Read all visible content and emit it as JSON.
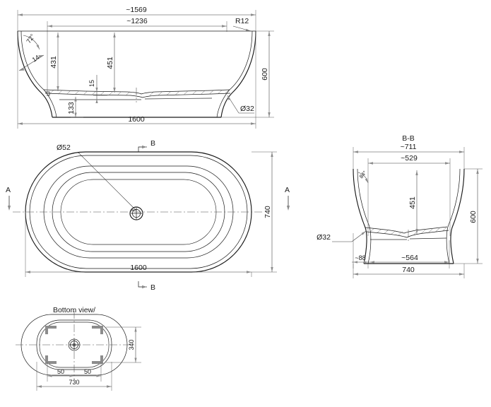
{
  "drawing": {
    "kind": "engineering-drawing",
    "subject": "freestanding oval bathtub",
    "units": "mm",
    "line_color": "#1a1a1a",
    "dim_color": "#3a3a3a",
    "background": "#ffffff"
  },
  "views": {
    "front_elevation": {
      "name": "front elevation / A-A side profile",
      "dimensions": {
        "overall_top_rim": "~1569",
        "inner_top": "~1236",
        "corner_radius": "R12",
        "inner_depth_left": "431",
        "inner_depth_center": "451",
        "floor_thickness": "15",
        "base_height": "133",
        "overall_height": "600",
        "overall_length": "1600",
        "drain_diameter": "Ø32",
        "wall_angle": "72°",
        "wall_thickness": "14"
      }
    },
    "top_view": {
      "name": "top view / plan",
      "dimensions": {
        "drain_hole": "Ø52",
        "width": "740",
        "length": "1600"
      },
      "section_marks": {
        "left_a": "A",
        "right_a": "A",
        "top_b": "B",
        "bottom_b": "B"
      }
    },
    "section_bb": {
      "title": "B-B",
      "dimensions": {
        "overall_top_rim": "~711",
        "inner_top": "~529",
        "inner_depth": "451",
        "overall_height": "600",
        "foot_offset": "~88",
        "base_width": "~564",
        "overall_width": "740",
        "drain_diameter": "Ø32",
        "wall_angle": "84°"
      }
    },
    "bottom_view": {
      "title": "Bottom view/",
      "dimensions": {
        "pad_depth": "340",
        "pad_offset_left": "50",
        "pad_offset_right": "50",
        "pad_span": "730"
      }
    }
  }
}
